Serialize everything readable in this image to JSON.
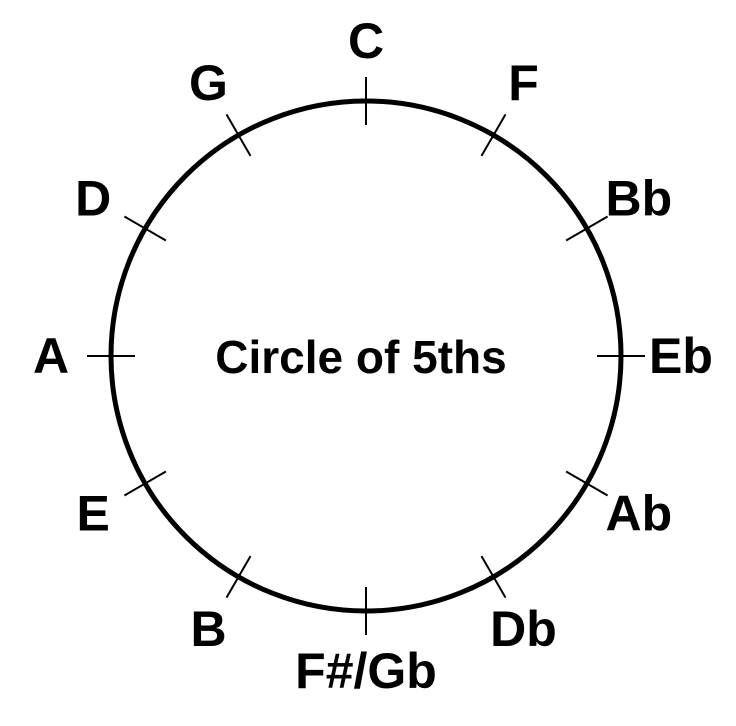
{
  "title": "Circle of 5ths",
  "notes": [
    {
      "label": "C"
    },
    {
      "label": "F"
    },
    {
      "label": "Bb"
    },
    {
      "label": "Eb"
    },
    {
      "label": "Ab"
    },
    {
      "label": "Db"
    },
    {
      "label": "F#/Gb"
    },
    {
      "label": "B"
    },
    {
      "label": "E"
    },
    {
      "label": "A"
    },
    {
      "label": "D"
    },
    {
      "label": "G"
    }
  ],
  "colors": {
    "stroke": "#000000",
    "background": "#ffffff"
  }
}
